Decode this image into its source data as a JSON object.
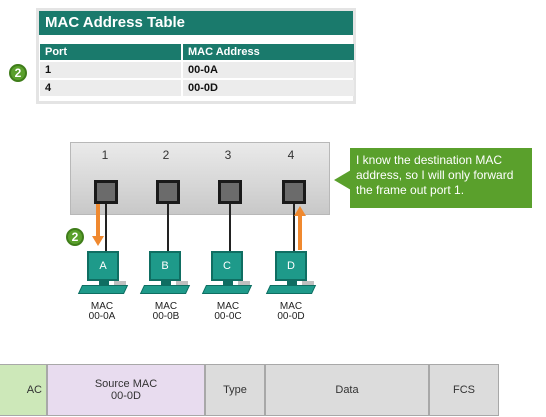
{
  "mac_table": {
    "title": "MAC Address Table",
    "headers": [
      "Port",
      "MAC Address"
    ],
    "rows": [
      [
        "1",
        "00-0A"
      ],
      [
        "4",
        "00-0D"
      ]
    ]
  },
  "step_badge": "2",
  "switch": {
    "ports": [
      "1",
      "2",
      "3",
      "4"
    ]
  },
  "callout": "I know the destination MAC address, so I will only forward the frame out port 1.",
  "hosts": [
    {
      "name": "A",
      "mac_line1": "MAC",
      "mac_line2": "00-0A"
    },
    {
      "name": "B",
      "mac_line1": "MAC",
      "mac_line2": "00-0B"
    },
    {
      "name": "C",
      "mac_line1": "MAC",
      "mac_line2": "00-0C"
    },
    {
      "name": "D",
      "mac_line1": "MAC",
      "mac_line2": "00-0D"
    }
  ],
  "frame": {
    "dest_partial": "AC",
    "source_line1": "Source MAC",
    "source_line2": "00-0D",
    "type": "Type",
    "data": "Data",
    "fcs": "FCS"
  },
  "colors": {
    "teal": "#1a7a6c",
    "green": "#5aa02c",
    "arrow": "#f0892f",
    "dest_bg": "#cde8b9",
    "source_bg": "#e8dcef",
    "field_bg": "#dcdcdc"
  }
}
